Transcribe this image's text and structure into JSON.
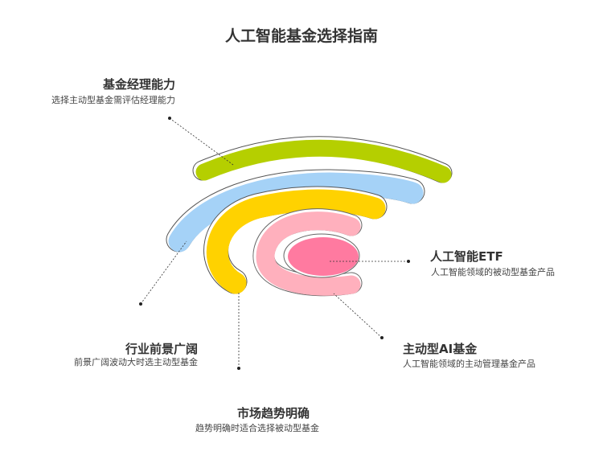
{
  "title": "人工智能基金选择指南",
  "items": [
    {
      "heading": "基金经理能力",
      "desc": "选择主动型基金需评估经理能力",
      "color": "#b5cf00"
    },
    {
      "heading": "行业前景广阔",
      "desc": "前景广阔波动大时选主动型基金",
      "color": "#a5d2f7"
    },
    {
      "heading": "市场趋势明确",
      "desc": "趋势明确时适合选择被动型基金",
      "color": "#ffd200"
    },
    {
      "heading": "主动型AI基金",
      "desc": "人工智能领域的主动管理基金产品",
      "color": "#ffb0bd"
    },
    {
      "heading": "人工智能ETF",
      "desc": "人工智能领域的被动型基金产品",
      "color": "#ff7aa0"
    }
  ]
}
